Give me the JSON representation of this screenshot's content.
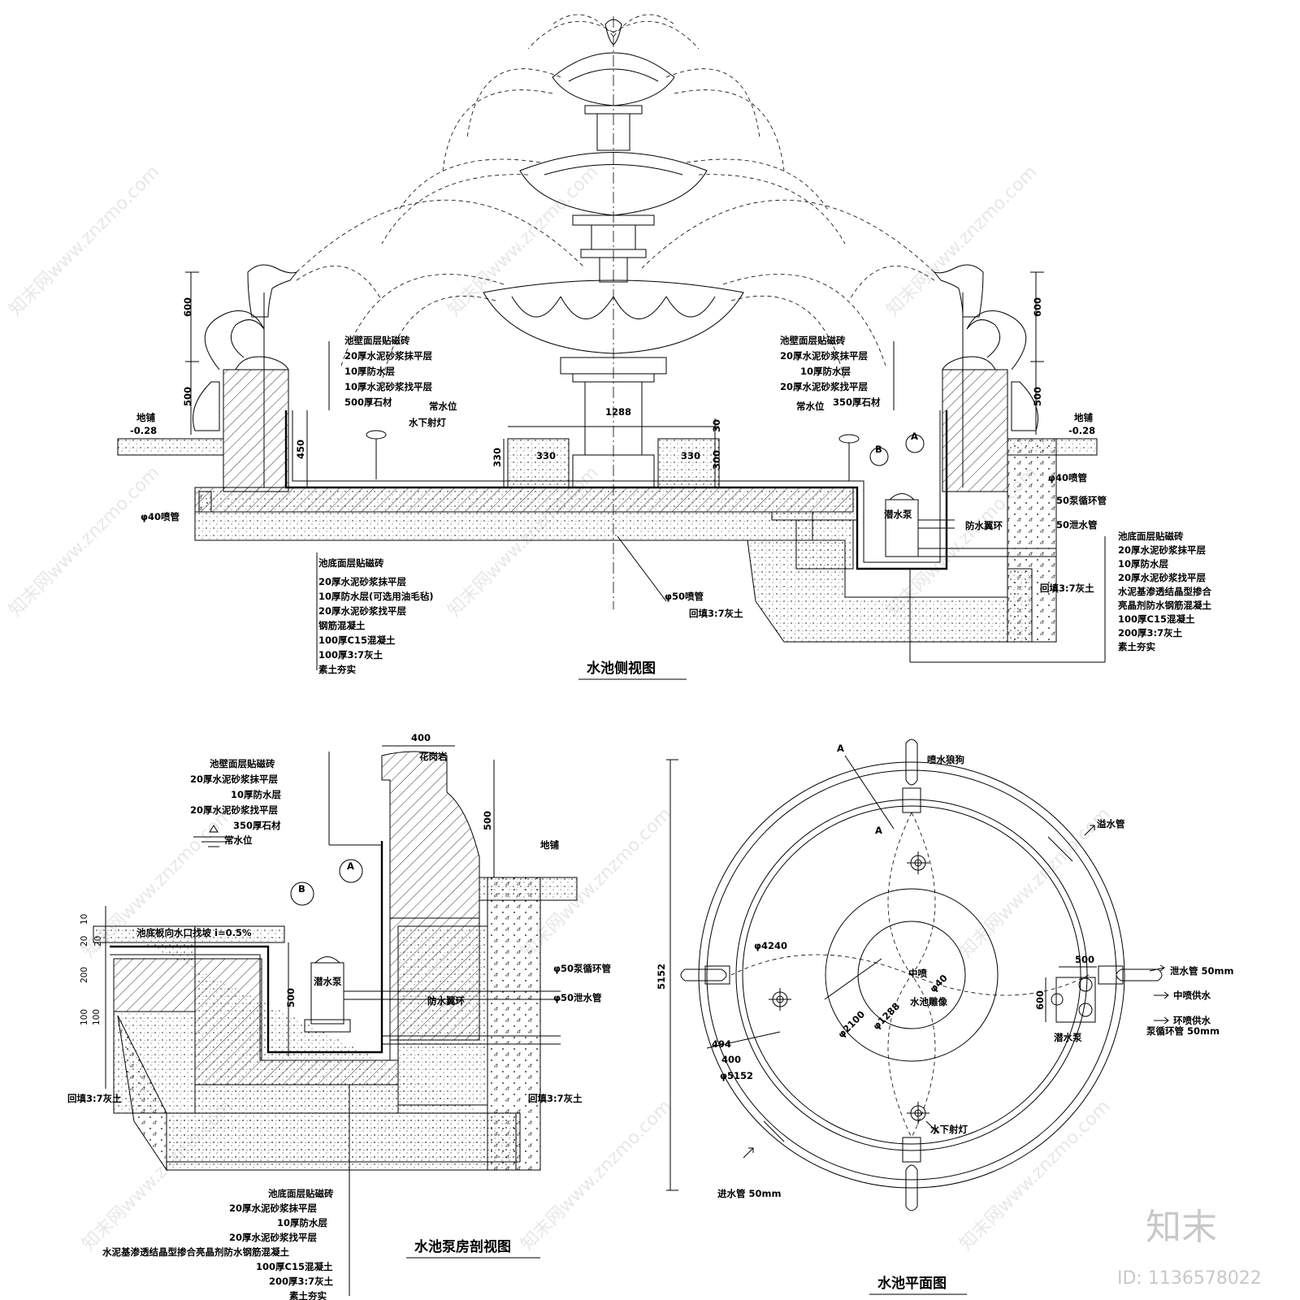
{
  "titles": {
    "side_view": "水池侧视图",
    "pump_section": "水池泵房剖视图",
    "plan": "水池平面图"
  },
  "side_view": {
    "wall_layers_left": [
      "池壁面层贴磁砖",
      "20厚水泥砂浆抹平层",
      "10厚防水层",
      "10厚水泥砂浆找平层",
      "500厚石材"
    ],
    "wall_layers_right": [
      "池壁面层贴磁砖",
      "20厚水泥砂浆抹平层",
      "10厚防水层",
      "20厚水泥砂浆找平层",
      "350厚石材"
    ],
    "normal_water_left": "常水位",
    "normal_water_right": "常水位",
    "underwater_light": "水下射灯",
    "paving_left": "地铺",
    "paving_left_level": "-0.28",
    "paving_right": "地铺",
    "paving_right_level": "-0.28",
    "dim_600_left": "600",
    "dim_500_left": "500",
    "dim_600_right": "600",
    "dim_500_right": "500",
    "dim_450": "450",
    "dim_330_v": "330",
    "dim_330_a": "330",
    "dim_330_b": "330",
    "dim_30": "30",
    "dim_300": "300",
    "dim_1288": "1288",
    "pipe_left": "φ40喷管",
    "pipe_right": "φ40喷管",
    "pipe_center": "φ50喷管",
    "pump_label": "潜水泵",
    "waterproof_ring": "防水翼环",
    "pipe_circ": "50泵循环管",
    "pipe_drain": "50泄水管",
    "backfill_mid": "回填3:7灰土",
    "backfill_right": "回填3:7灰土",
    "bottom_layers_left": [
      "池底面层贴磁砖",
      "20厚水泥砂浆抹平层",
      "10厚防水层(可选用油毛毡)",
      "20厚水泥砂浆找平层",
      "钢筋混凝土",
      "100厚C15混凝土",
      "100厚3:7灰土",
      "素土夯实"
    ],
    "bottom_layers_right": [
      "池底面层贴磁砖",
      "20厚水泥砂浆抹平层",
      "10厚防水层",
      "20厚水泥砂浆找平层",
      "水泥基渗透结晶型掺合",
      "亮晶剂防水钢筋混凝土",
      "100厚C15混凝土",
      "200厚3:7灰土",
      "素土夯实"
    ],
    "marker_a": "A",
    "marker_b": "B"
  },
  "pump_section": {
    "dim_400": "400",
    "granite": "花岗岩",
    "wall_layers": [
      "池壁面层贴磁砖",
      "20厚水泥砂浆抹平层",
      "10厚防水层",
      "20厚水泥砂浆找平层",
      "350厚石材"
    ],
    "normal_water": "常水位",
    "dim_500_top": "500",
    "paving": "地铺",
    "slope_note": "池底板向水口找坡 i=0.5%",
    "dims_left": [
      "10",
      "20",
      "20",
      "200",
      "100",
      "100"
    ],
    "dim_500_mid": "500",
    "pump_label": "潜水泵",
    "pipe_circ": "φ50泵循环管",
    "waterproof_ring": "防水翼环",
    "pipe_drain": "φ50泄水管",
    "backfill_left": "回填3:7灰土",
    "backfill_right": "回填3:7灰土",
    "bottom_layers": [
      "池底面层贴磁砖",
      "20厚水泥砂浆抹平层",
      "10厚防水层",
      "20厚水泥砂浆找平层",
      "水泥基渗透结晶型掺合亮晶剂防水钢筋混凝土",
      "100厚C15混凝土",
      "200厚3:7灰土",
      "素土夯实"
    ],
    "marker_a": "A",
    "marker_b": "B"
  },
  "plan": {
    "section_a_top": "A",
    "section_a_inner": "A",
    "wolf_dog": "喷水狼狗",
    "overflow_pipe": "溢水管",
    "dim_4240": "φ4240",
    "dim_5152_total": "5152",
    "center_jet": "中喷",
    "center_dia": "φ40",
    "sculpture": "水池雕像",
    "dim_2100": "φ2100",
    "dim_1288": "φ1288",
    "dim_494": "494",
    "dim_400": "400",
    "dim_5152": "φ5152",
    "dim_500": "500",
    "dim_600": "600",
    "drain_pipe": "泄水管 50mm",
    "center_supply": "中喷供水",
    "ring_supply": "环喷供水",
    "pump_label": "潜水泵",
    "circ_pipe": "泵循环管 50mm",
    "underwater_light": "水下射灯",
    "inlet_pipe": "进水管 50mm"
  },
  "watermarks": [
    "知末网www.znzmo.com"
  ],
  "brand": {
    "logo": "知末",
    "id": "ID: 1136578022"
  }
}
